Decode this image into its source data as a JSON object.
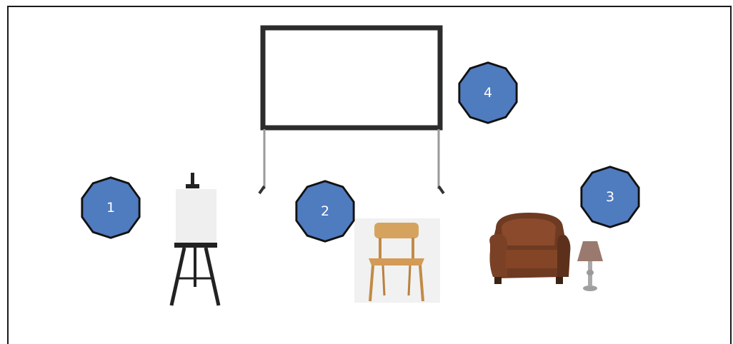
{
  "markers": [
    {
      "label": "1"
    },
    {
      "label": "2"
    },
    {
      "label": "3"
    },
    {
      "label": "4"
    }
  ],
  "colors": {
    "marker_fill": "#4f7bbf",
    "marker_stroke": "#111111",
    "frame": "#1a1a1a"
  },
  "props": [
    "easel-icon",
    "chair-icon",
    "armchair-icon",
    "lamp-icon",
    "projection-screen-icon"
  ]
}
